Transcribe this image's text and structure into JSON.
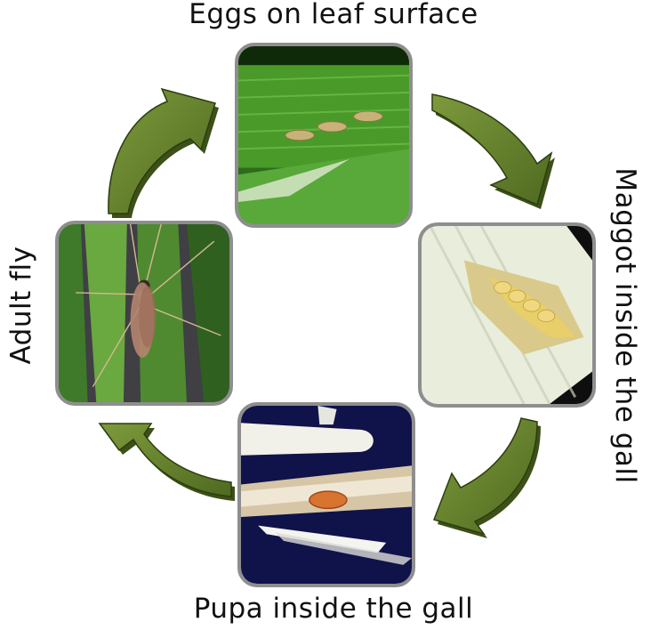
{
  "stages": {
    "eggs": "Eggs on leaf surface",
    "maggot": "Maggot inside the gall",
    "pupa": "Pupa inside the gall",
    "adult": "Adult fly"
  },
  "colors": {
    "arrow_fill": "#5e7a2a",
    "arrow_shade": "#3c5018",
    "frame": "#8e8e8e"
  }
}
